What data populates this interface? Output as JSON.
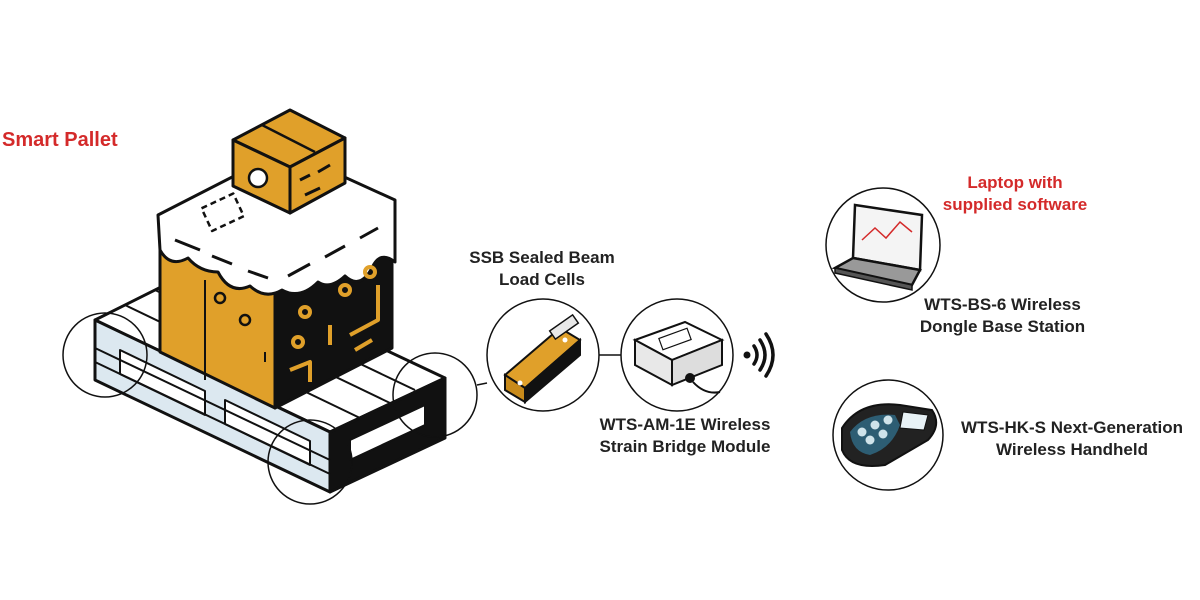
{
  "labels": {
    "smart_pallet": "Smart Pallet",
    "load_cells_line1": "SSB Sealed Beam",
    "load_cells_line2": "Load Cells",
    "module_line1": "WTS-AM-1E Wireless",
    "module_line2": "Strain Bridge  Module",
    "laptop_line1": "Laptop with",
    "laptop_line2": "supplied software",
    "base_station_line1": "WTS-BS-6 Wireless",
    "base_station_line2": "Dongle Base Station",
    "handheld_line1": "WTS-HK-S Next-Generation",
    "handheld_line2": "Wireless Handheld"
  },
  "colors": {
    "accent_red": "#d42a2a",
    "text_dark": "#222222",
    "cargo_gold": "#e0a02a",
    "cargo_dark": "#111111",
    "pallet_blue": "#dce8f0",
    "device_gray": "#e8e8e8"
  },
  "icons": [
    "wireless-signal-icon",
    "load-cell-icon",
    "strain-module-icon",
    "laptop-icon",
    "handheld-icon"
  ]
}
